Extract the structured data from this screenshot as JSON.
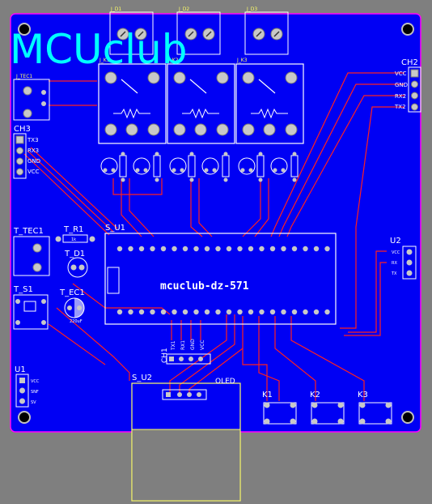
{
  "logo": "MCUclub",
  "module_name": "mcuclub-dz-571",
  "labels": {
    "ch2": "CH2",
    "ch3": "CH3",
    "ch1": "CH1",
    "u2": "U2",
    "u1": "U1",
    "su1": "S_U1",
    "su2": "S_U2",
    "oled": "OLED",
    "ttec1": "T_TEC1",
    "tr1": "T_R1",
    "td1": "T_D1",
    "ts1": "T_S1",
    "tec1": "T_EC1",
    "k1": "K1",
    "k2": "K2",
    "k3": "K3",
    "jtec": "J_TEC1",
    "jd1": "J_D1",
    "jd2": "J_D2",
    "jd3": "J_D3",
    "jk1": "J_K1",
    "jk2": "J_K2",
    "jk3": "J_K3",
    "cap": "220uF",
    "res": "1k"
  },
  "ch2_pins": [
    "VCC",
    "GND",
    "RX2",
    "TX2"
  ],
  "ch3_pins": [
    "TX3",
    "RX3",
    "GND",
    "VCC"
  ],
  "ch1_pins": [
    "TX1",
    "RX1",
    "GND",
    "VCC"
  ],
  "u2_pins": [
    "VCC",
    "RX",
    "TX"
  ],
  "u1_pins": [
    "VCC",
    "SNF",
    "SV"
  ],
  "colors": {
    "background": "#7f7f7f",
    "board": "#0000f4",
    "outline": "#ff00ff",
    "trace": "#ff2020",
    "silk": "#ffff66",
    "logo": "#00ffff",
    "pad": "#c8c8c8"
  }
}
